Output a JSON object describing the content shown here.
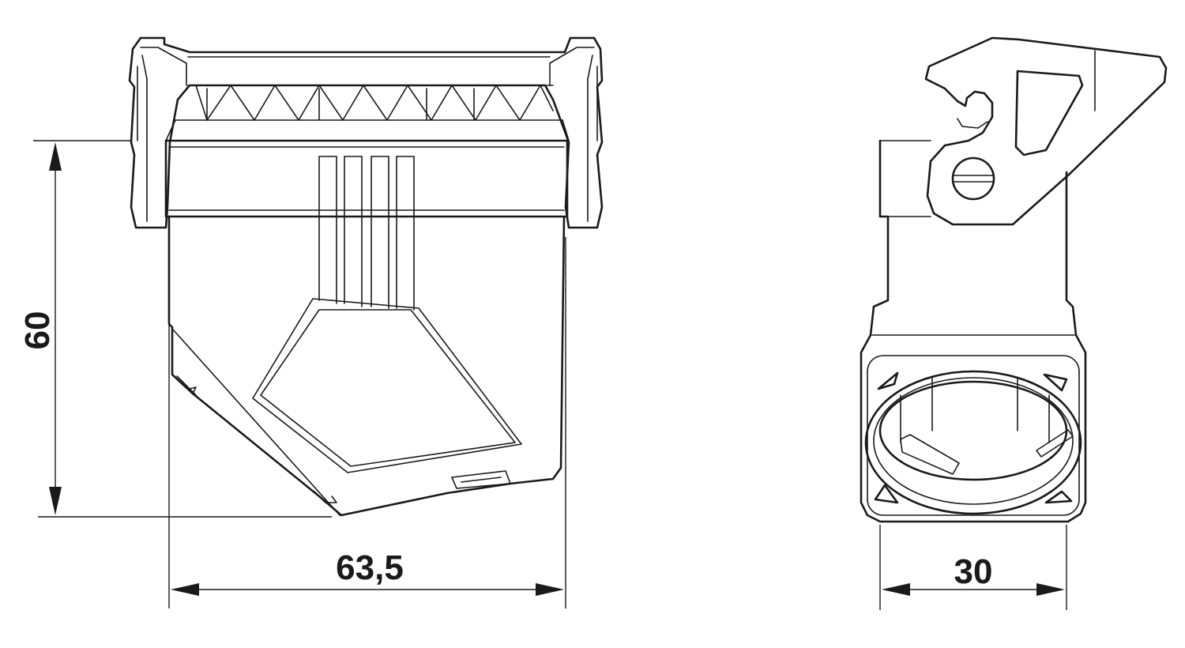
{
  "dimensions": {
    "height_label": "60",
    "width_label": "63,5",
    "depth_label": "30"
  },
  "colors": {
    "line": "#1a1a1a",
    "background": "#ffffff"
  }
}
